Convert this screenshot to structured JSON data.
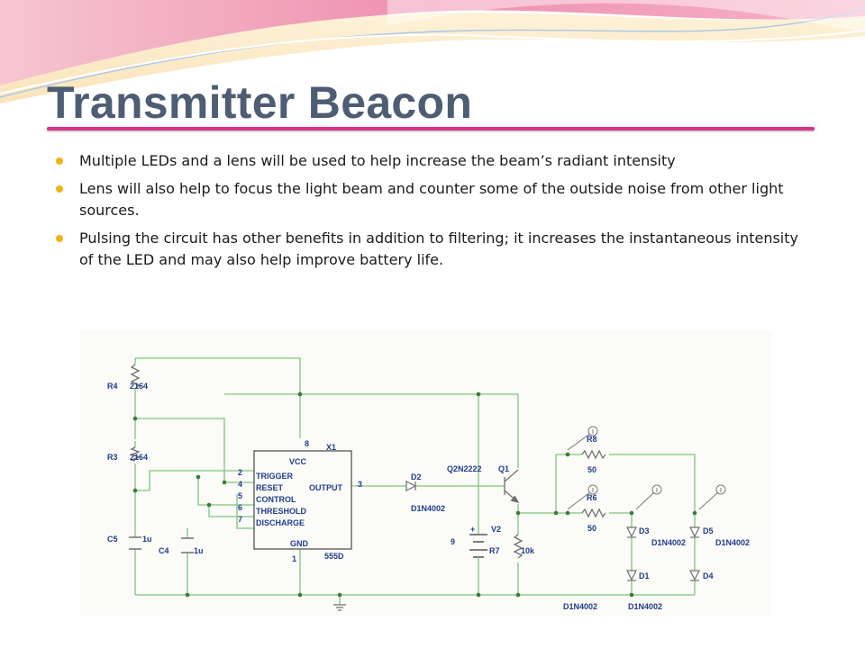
{
  "slide": {
    "title": "Transmitter Beacon",
    "bullets": [
      "Multiple LEDs and a lens will be used to help increase the beam’s radiant intensity",
      "Lens will also help to focus the light beam and counter some of the outside noise from other light sources.",
      "Pulsing the circuit has other benefits in addition to filtering; it increases the instantaneous intensity of the LED and may also help improve battery life."
    ]
  },
  "schematic": {
    "ic": {
      "name": "X1",
      "part": "555D",
      "pins": [
        "2",
        "4",
        "5",
        "6",
        "7"
      ],
      "pin_labels": [
        "TRIGGER",
        "RESET",
        "CONTROL",
        "THRESHOLD",
        "DISCHARGE"
      ],
      "vcc_label": "VCC",
      "vcc_pin": "8",
      "gnd_label": "GND",
      "gnd_pin": "1",
      "output_label": "OUTPUT",
      "output_pin": "3"
    },
    "r4": {
      "ref": "R4",
      "value": "2164"
    },
    "r3": {
      "ref": "R3",
      "value": "2164"
    },
    "c5": {
      "ref": "C5",
      "value": "1u"
    },
    "c4": {
      "ref": "C4",
      "value": "1u"
    },
    "d2": {
      "ref": "D2",
      "part": "D1N4002"
    },
    "q1": {
      "ref": "Q1",
      "part": "Q2N2222"
    },
    "v2": {
      "ref": "V2",
      "value": "9",
      "plus": "+"
    },
    "r7": {
      "ref": "R7",
      "value": "10k"
    },
    "r8": {
      "ref": "R8",
      "value": "50"
    },
    "r6": {
      "ref": "R6",
      "value": "50"
    },
    "d3": {
      "ref": "D3",
      "part": "D1N4002"
    },
    "d5": {
      "ref": "D5",
      "part": "D1N4002"
    },
    "d1": {
      "ref": "D1",
      "part": "D1N4002"
    },
    "d4": {
      "ref": "D4",
      "part": "D1N4002"
    },
    "probe": "I"
  },
  "colors": {
    "title": "#4d5d73",
    "accent": "#d9347f",
    "bullet": "#f2b316",
    "wire": "#7dc67d",
    "label": "#1f3d8c"
  }
}
